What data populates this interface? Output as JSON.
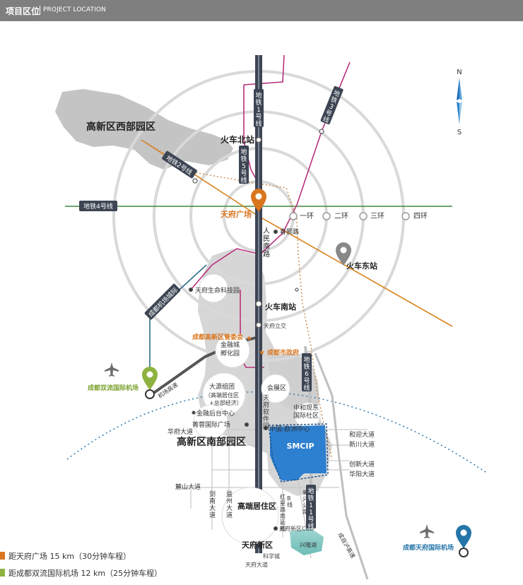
{
  "header": {
    "title": "项目区位",
    "subtitle": "PROJECT LOCATION"
  },
  "compass": {
    "north": "N",
    "south": "S"
  },
  "districts": {
    "west": "高新区西部园区",
    "south": "高新区南部园区",
    "high_end_residential": "高端居住区"
  },
  "metro_lines": {
    "line1": "地铁1号线",
    "line2": "地铁2号线",
    "line3": "地铁3号线",
    "line4": "地铁4号线",
    "line5": "地铁5号线",
    "line6": "地铁6号线",
    "line11": "地铁11号线",
    "chengmian": "成都机场城际"
  },
  "stations": {
    "north_rail": "火车北站",
    "tianfu_square": "天府广场",
    "east_rail": "火车东站",
    "south_rail": "火车南站",
    "chunxi": "春熙路",
    "tianfu_interchange": "天府立交",
    "tianfu_new": "天府新区",
    "science_city": "科学城",
    "tianfu_new_cbd": "天府新区CBD"
  },
  "ring_roads": {
    "r1": "一环",
    "r2": "二环",
    "r3": "三环",
    "r4": "四环"
  },
  "places": {
    "life_sci": "天府生命科技园",
    "admin_committee": "成都高新区管委会",
    "city_gov": "成都市政府",
    "fin_city": "金融城",
    "incubator": "孵化园",
    "dayuan": "大源组团",
    "dayuan_sub": "（高端居住区",
    "dayuan_sub2": "+总部经济）",
    "expo": "会展区",
    "software_park": "天府软件园",
    "zhonghe": "中和现东",
    "intl_community": "国际社区",
    "china_eu": "中国-欧洲中心",
    "fin_backstage": "金融后台中心",
    "qingdeng": "菁蓉国际广场",
    "xinglong_lake": "兴隆湖",
    "airport_expressway": "机场高速"
  },
  "roads": {
    "huafu": "华府大道",
    "heyang": "和迎大道",
    "xinchuan": "新川大道",
    "chuangxin": "创新大道",
    "huayang": "华阳大道",
    "lushan": "麓山大道",
    "jiannan": "剑南大道",
    "yizhou": "益州大道",
    "hongxing": "红星路南延线",
    "line_b": "B线",
    "xinglong_road": "新兴公路",
    "tianfu_ave": "天府大道",
    "renmin_south": "人民南路",
    "tianfu_airport_expressway": "成自泸高速"
  },
  "airports": {
    "shuangliu": "成都双流国际机场",
    "tianfu": "成都天府国际机场"
  },
  "project_logo": "SMCIP",
  "legend": [
    {
      "color": "#d9761f",
      "text": "距天府广场 15 km（30分钟车程）"
    },
    {
      "color": "#8db23f",
      "text": "距成都双流国际机场 12 km（25分钟车程）"
    }
  ],
  "colors": {
    "line1": "#3d4553",
    "line2": "#d9821e",
    "line3": "#b8307c",
    "line4": "#3b8a3c",
    "line6_dotted": "#c8884a",
    "airport_line": "#2d6c86",
    "ring": "#d8d8d8",
    "district_gray": "#c2c2c2",
    "project_blue": "#2d7fd0",
    "header": "#807f7f"
  }
}
